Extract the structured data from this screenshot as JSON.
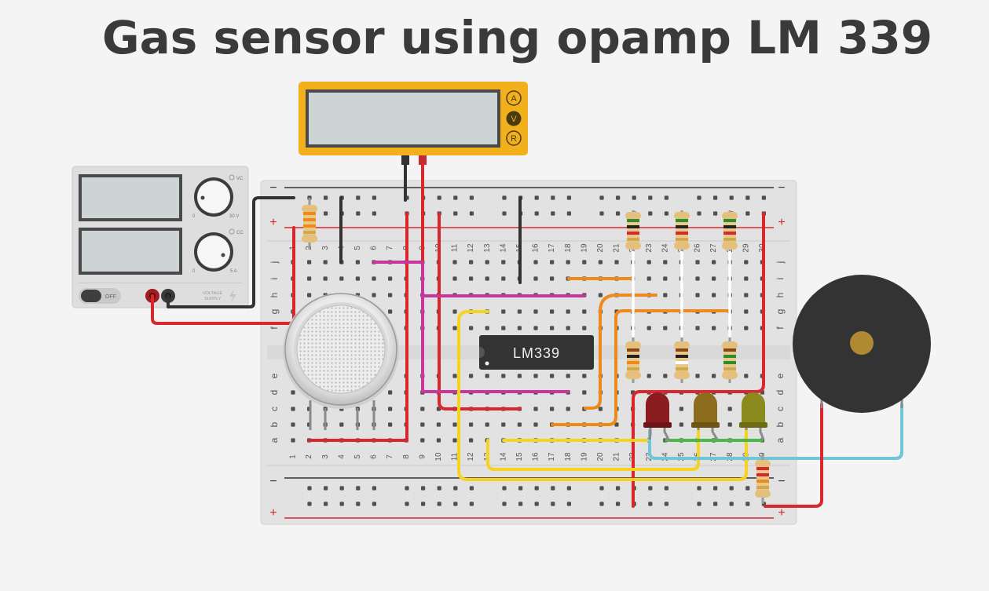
{
  "title": "Gas sensor using opamp LM 339",
  "multimeter": {
    "modes": [
      "A",
      "V",
      "R"
    ]
  },
  "power_supply": {
    "voltage_indicator": "VC",
    "current_indicator": "CC",
    "voltage_min": "0",
    "voltage_max": "30 V",
    "current_min": "0",
    "current_max": "5 A",
    "switch_label": "OFF",
    "brand_line1": "VOLTAGE",
    "brand_line2": "SUPPLY"
  },
  "breadboard": {
    "rows_top": [
      "j",
      "i",
      "h",
      "g",
      "f"
    ],
    "rows_bottom": [
      "e",
      "d",
      "c",
      "b",
      "a"
    ],
    "columns": [
      "1",
      "2",
      "3",
      "4",
      "5",
      "6",
      "7",
      "8",
      "9",
      "10",
      "11",
      "12",
      "13",
      "14",
      "15",
      "16",
      "17",
      "18",
      "19",
      "20",
      "21",
      "22",
      "23",
      "24",
      "25",
      "26",
      "27",
      "28",
      "29",
      "30"
    ],
    "rail_minus": "−",
    "rail_plus": "+"
  },
  "ic": {
    "label": "LM339"
  },
  "colors": {
    "breadboard": "#e3e3e3",
    "multimeter": "#f2b11c",
    "wire_red": "#d9272e",
    "wire_black": "#333333",
    "wire_magenta": "#c8359b",
    "wire_orange": "#ee8a1c",
    "wire_yellow": "#f5d31e",
    "wire_green": "#4db848",
    "wire_cyan": "#6ec6d8",
    "buzzer": "#333333"
  }
}
